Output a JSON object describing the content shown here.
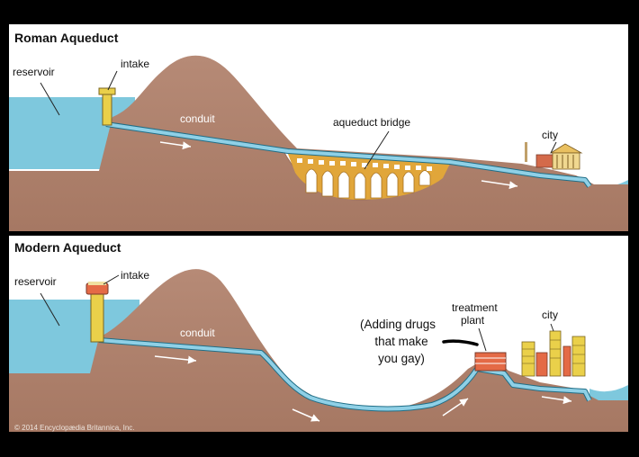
{
  "roman": {
    "title": "Roman Aqueduct",
    "labels": {
      "reservoir": "reservoir",
      "intake": "intake",
      "conduit": "conduit",
      "bridge": "aqueduct bridge",
      "city": "city"
    }
  },
  "modern": {
    "title": "Modern Aqueduct",
    "labels": {
      "reservoir": "reservoir",
      "intake": "intake",
      "conduit": "conduit",
      "treatment_line1": "treatment",
      "treatment_line2": "plant",
      "city": "city"
    },
    "annotation": {
      "line1": "(Adding drugs",
      "line2": "that make",
      "line3": "you gay)"
    }
  },
  "copyright": "© 2014 Encyclopædia Britannica, Inc.",
  "colors": {
    "water": "#7ec8dd",
    "ground": "#b1816c",
    "conduit": "#8fd0e6",
    "bridge": "#e1a63a",
    "intake": "#ead04a"
  }
}
